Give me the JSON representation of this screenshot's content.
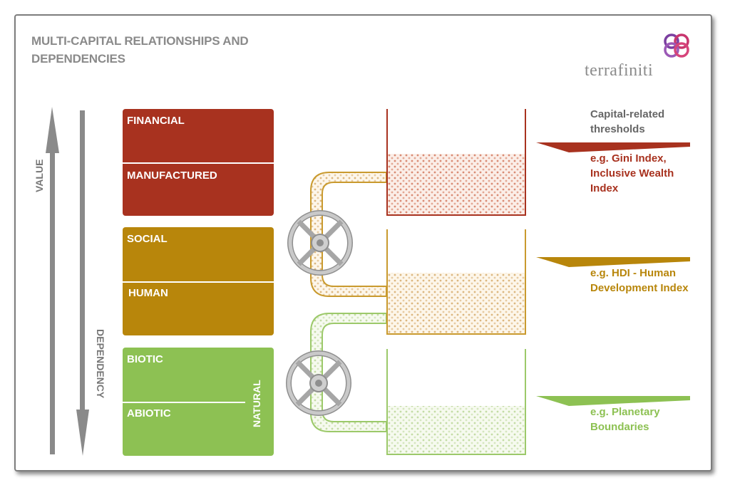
{
  "title": "MULTI-CAPITAL RELATIONSHIPS AND DEPENDENCIES",
  "logo": {
    "text": "terrafiniti",
    "icon": "terrafiniti-logo-icon"
  },
  "axes": {
    "value": "VALUE",
    "dependency": "DEPENDENCY"
  },
  "colors": {
    "financial": "#a8321f",
    "social": "#b8860b",
    "natural": "#8dc153",
    "arrow": "#8a8a8a"
  },
  "capitals": {
    "financial": {
      "top": "FINANCIAL",
      "bottom": "MANUFACTURED"
    },
    "social": {
      "top": "SOCIAL",
      "bottom": "HUMAN"
    },
    "natural": {
      "top": "BIOTIC",
      "bottom": "ABIOTIC",
      "side": "NATURAL"
    }
  },
  "thresholds": {
    "heading": "Capital-related thresholds",
    "financial": "e.g. Gini Index, Inclusive Wealth Index",
    "social": "e.g. HDI - Human Development Index",
    "natural": "e.g. Planetary Boundaries"
  }
}
